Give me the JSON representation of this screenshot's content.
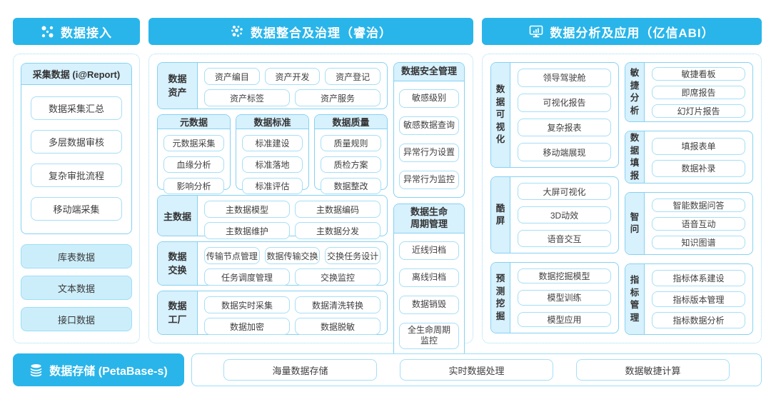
{
  "colors": {
    "accent": "#29b5ea",
    "light_fill": "#d7f1fd",
    "box_border": "#85d2f3",
    "pill_border": "#a5dff7"
  },
  "headers": {
    "access": "数据接入",
    "governance": "数据整合及治理（睿治）",
    "analysis": "数据分析及应用（亿信ABI）"
  },
  "left": {
    "collect": {
      "title": "采集数据 (i@Report)",
      "items": [
        "数据采集汇总",
        "多层数据审核",
        "复杂审批流程",
        "移动端采集"
      ]
    },
    "sources": [
      "库表数据",
      "文本数据",
      "接口数据"
    ]
  },
  "middle": {
    "asset": {
      "label": "数据资产",
      "row1": [
        "资产编目",
        "资产开发",
        "资产登记"
      ],
      "row2": [
        "资产标签",
        "资产服务"
      ]
    },
    "boxes": [
      {
        "title": "元数据",
        "items": [
          "元数据采集",
          "血缘分析",
          "影响分析"
        ]
      },
      {
        "title": "数据标准",
        "items": [
          "标准建设",
          "标准落地",
          "标准评估"
        ]
      },
      {
        "title": "数据质量",
        "items": [
          "质量规则",
          "质检方案",
          "数据整改"
        ]
      }
    ],
    "master": {
      "label": "主数据",
      "row1": [
        "主数据模型",
        "主数据编码"
      ],
      "row2": [
        "主数据维护",
        "主数据分发"
      ]
    },
    "exchange": {
      "label": "数据交换",
      "row1": [
        "传输节点管理",
        "数据传输交换",
        "交换任务设计"
      ],
      "row2": [
        "任务调度管理",
        "交换监控"
      ]
    },
    "factory": {
      "label": "数据工厂",
      "row1": [
        "数据实时采集",
        "数据清洗转换"
      ],
      "row2": [
        "数据加密",
        "数据脱敏"
      ]
    },
    "security": {
      "title": "数据安全管理",
      "items": [
        "敏感级别",
        "敏感数据查询",
        "异常行为设置",
        "异常行为监控"
      ]
    },
    "lifecycle": {
      "title": "数据生命\n周期管理",
      "items": [
        "近线归档",
        "离线归档",
        "数据销毁",
        "全生命周期\n监控"
      ]
    }
  },
  "right": {
    "col1": [
      {
        "label": "数据可视化",
        "items": [
          "领导驾驶舱",
          "可视化报告",
          "复杂报表",
          "移动端展现"
        ]
      },
      {
        "label": "酷屏",
        "items": [
          "大屏可视化",
          "3D动效",
          "语音交互"
        ]
      },
      {
        "label": "预测挖掘",
        "items": [
          "数据挖掘模型",
          "模型训练",
          "模型应用"
        ]
      }
    ],
    "col2": [
      {
        "label": "敏捷分析",
        "items": [
          "敏捷看板",
          "即席报告",
          "幻灯片报告"
        ]
      },
      {
        "label": "数据填报",
        "items": [
          "填报表单",
          "数据补录"
        ]
      },
      {
        "label": "智问",
        "items": [
          "智能数据问答",
          "语音互动",
          "知识图谱"
        ]
      },
      {
        "label": "指标管理",
        "items": [
          "指标体系建设",
          "指标版本管理",
          "指标数据分析"
        ]
      }
    ]
  },
  "bottom": {
    "storage": "数据存储 (PetaBase-s)",
    "items": [
      "海量数据存储",
      "实时数据处理",
      "数据敏捷计算"
    ]
  }
}
